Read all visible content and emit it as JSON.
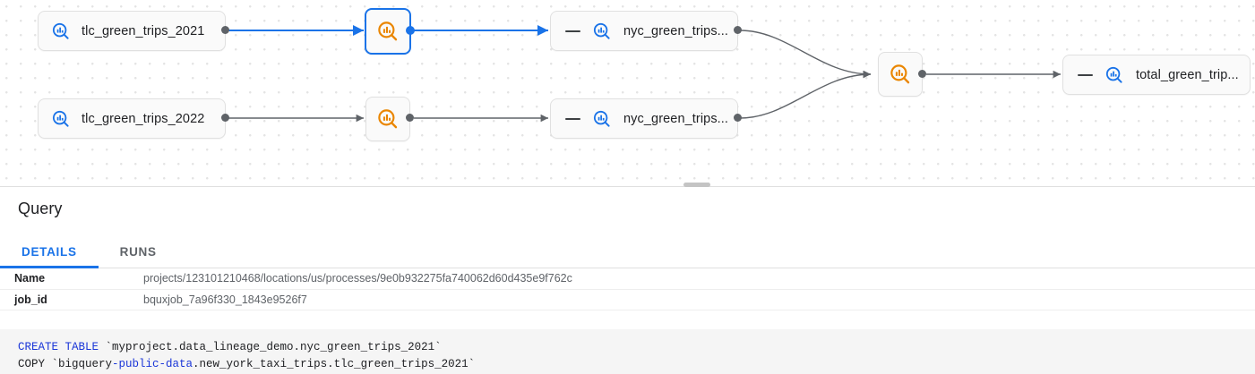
{
  "graph": {
    "background": "dotted-grid",
    "accent_selected": "#1a73e8",
    "accent_process": "#ea8600",
    "nodes": [
      {
        "id": "tlc2021",
        "label": "tlc_green_trips_2021",
        "type": "table",
        "icon": "bigquery-table-icon",
        "selected": false,
        "collapsible": false
      },
      {
        "id": "tlc2022",
        "label": "tlc_green_trips_2022",
        "type": "table",
        "icon": "bigquery-table-icon",
        "selected": false,
        "collapsible": false
      },
      {
        "id": "proc_top",
        "label": "",
        "type": "process",
        "icon": "bigquery-process-icon",
        "selected": true,
        "collapsible": false
      },
      {
        "id": "proc_bottom",
        "label": "",
        "type": "process",
        "icon": "bigquery-process-icon",
        "selected": false,
        "collapsible": false
      },
      {
        "id": "nyc_top",
        "label": "nyc_green_trips...",
        "type": "table",
        "icon": "bigquery-table-icon",
        "selected": false,
        "collapsible": true
      },
      {
        "id": "nyc_bottom",
        "label": "nyc_green_trips...",
        "type": "table",
        "icon": "bigquery-table-icon",
        "selected": false,
        "collapsible": true
      },
      {
        "id": "proc_merge",
        "label": "",
        "type": "process",
        "icon": "bigquery-process-icon",
        "selected": false,
        "collapsible": false
      },
      {
        "id": "total",
        "label": "total_green_trip...",
        "type": "table",
        "icon": "bigquery-table-icon",
        "selected": false,
        "collapsible": true
      }
    ]
  },
  "panel": {
    "title": "Query",
    "tabs": [
      {
        "id": "details",
        "label": "DETAILS",
        "active": true
      },
      {
        "id": "runs",
        "label": "RUNS",
        "active": false
      }
    ],
    "rows": [
      {
        "key": "Name",
        "value": "projects/123101210468/locations/us/processes/9e0b932275fa740062d60d435e9f762c"
      },
      {
        "key": "job_id",
        "value": "bquxjob_7a96f330_1843e9526f7"
      }
    ],
    "code": {
      "line1": {
        "keyword": "CREATE TABLE",
        "rest": " `myproject.data_lineage_demo.nyc_green_trips_2021`"
      },
      "line2": {
        "prefix": "COPY `bigquery",
        "keyword": "-public-data",
        "rest": ".new_york_taxi_trips.tlc_green_trips_2021`"
      }
    }
  }
}
